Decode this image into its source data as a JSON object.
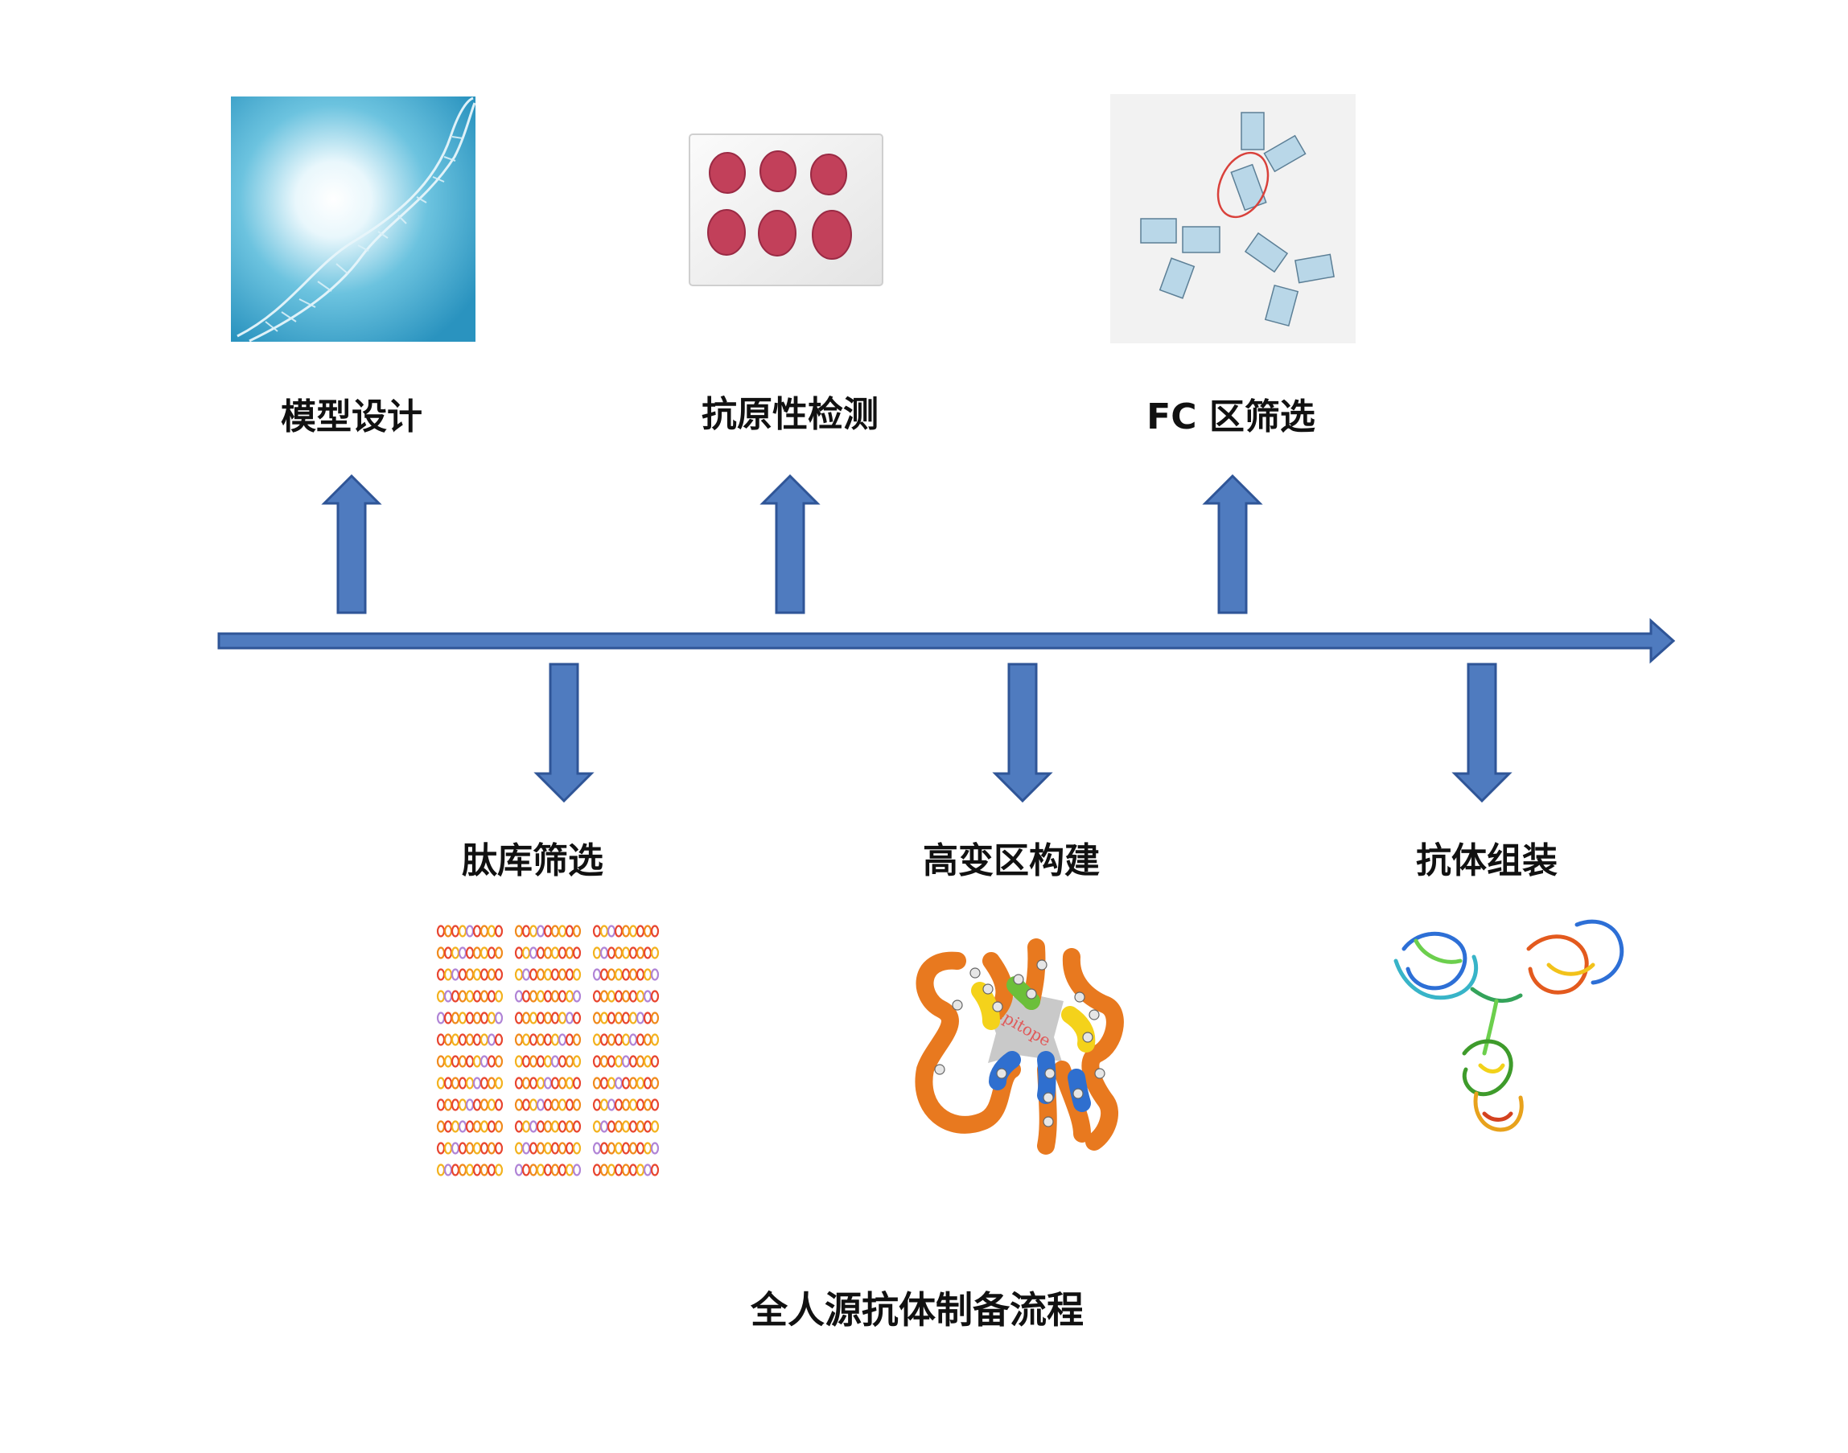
{
  "timeline": {
    "up_steps": [
      {
        "label": "模型设计",
        "image": "dna-double-helix"
      },
      {
        "label": "抗原性检测",
        "image": "six-well-plate"
      },
      {
        "label": "FC 区筛选",
        "image": "antibody-fragments-sketch"
      }
    ],
    "down_steps": [
      {
        "label": "肽库筛选",
        "image": "peptide-library-grid"
      },
      {
        "label": "高变区构建",
        "image": "hypervariable-loops-epitope"
      },
      {
        "label": "抗体组装",
        "image": "antibody-ribbon-structure"
      }
    ],
    "epitope_text": "epitope"
  },
  "colors": {
    "arrow_fill": "#4f7bbf",
    "arrow_stroke": "#2f5597",
    "well_red": "#c2405a",
    "loop_orange": "#e8791f",
    "loop_yellow": "#f4d21b",
    "loop_blue": "#2f6fcf",
    "loop_green": "#6cbf3a"
  },
  "caption": "全人源抗体制备流程"
}
